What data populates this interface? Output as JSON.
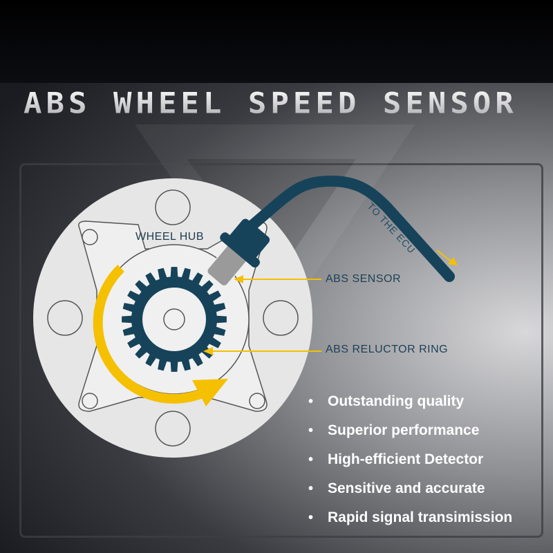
{
  "title": "ABS WHEEL SPEED SENSOR",
  "labels": {
    "wheel_hub": "WHEEL HUB",
    "to_ecu": "TO THE ECU",
    "abs_sensor": "ABS SENSOR",
    "reluctor_ring": "ABS RELUCTOR RING"
  },
  "features": [
    "Outstanding quality",
    "Superior performance",
    "High-efficient Detector",
    "Sensitive and accurate",
    "Rapid signal transimission"
  ],
  "colors": {
    "accent": "#f5c000",
    "cable": "#16435a",
    "hub": "#eaeaea"
  }
}
